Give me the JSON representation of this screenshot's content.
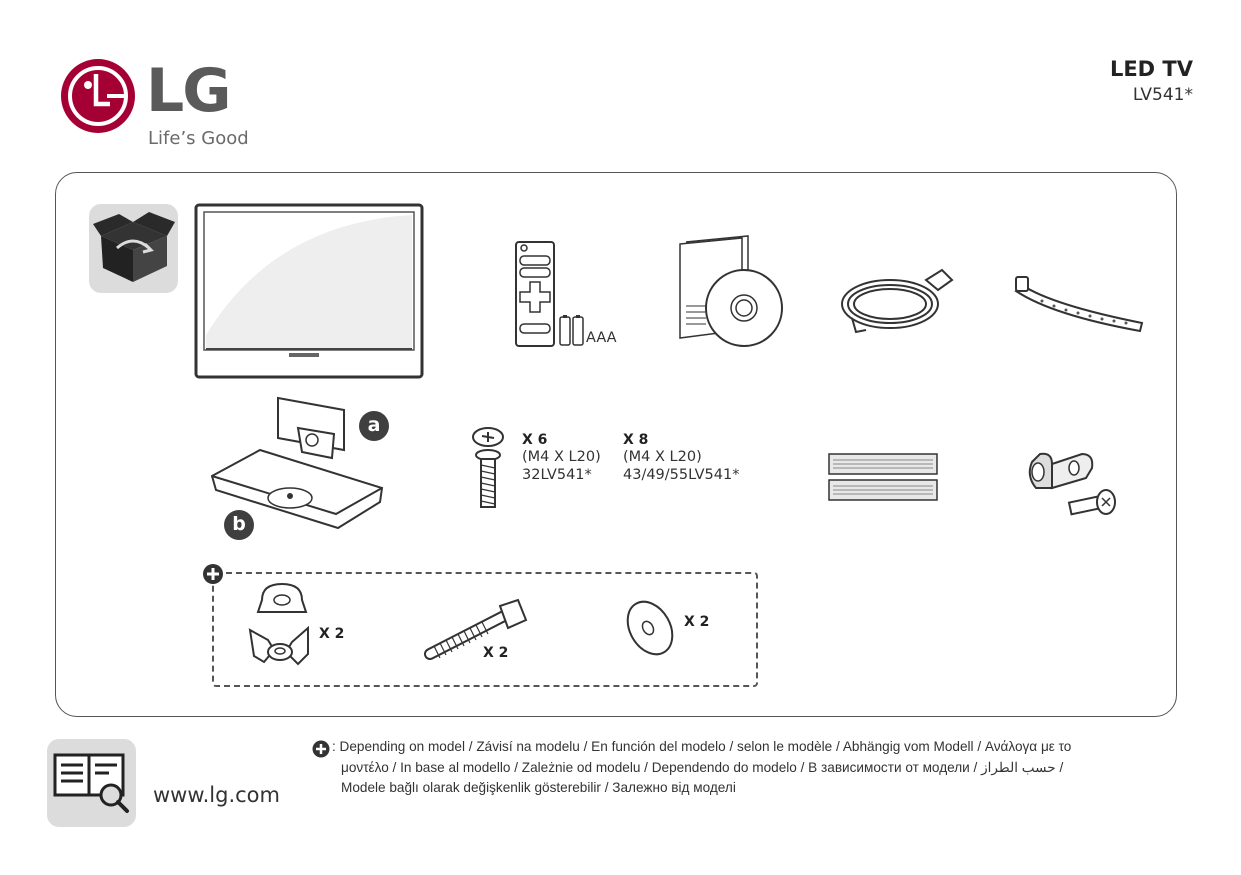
{
  "brand": {
    "logo_text": "LG",
    "tagline": "Life’s Good",
    "colors": {
      "logo_red": "#a50034",
      "logo_grey": "#5a5a5a"
    }
  },
  "product": {
    "title": "LED TV",
    "model": "LV541*"
  },
  "accessories": {
    "batteries_label": "AAA",
    "stand_labels": {
      "a": "a",
      "b": "b"
    },
    "screws_32": {
      "qty": "X 6",
      "size": "(M4 X L20)",
      "models": "32LV541*"
    },
    "screws_43": {
      "qty": "X 8",
      "size": "(M4 X L20)",
      "models": "43/49/55LV541*"
    },
    "optional": {
      "wing_nut_qty": "X 2",
      "bolt_qty": "X 2",
      "washer_qty": "X 2"
    }
  },
  "footer": {
    "website": "www.lg.com",
    "note_lines": [
      ": Depending on model / Závisí na modelu / En función del modelo / selon le modèle / Abhängig vom Modell / Ανάλογα με το",
      "μοντέλο / In base al modello / Zależnie od modelu / Dependendo do modelo / В зависимости от модели / حسب الطراز /",
      "Modele bağlı olarak değişkenlik gösterebilir / Залежно від моделі"
    ]
  }
}
